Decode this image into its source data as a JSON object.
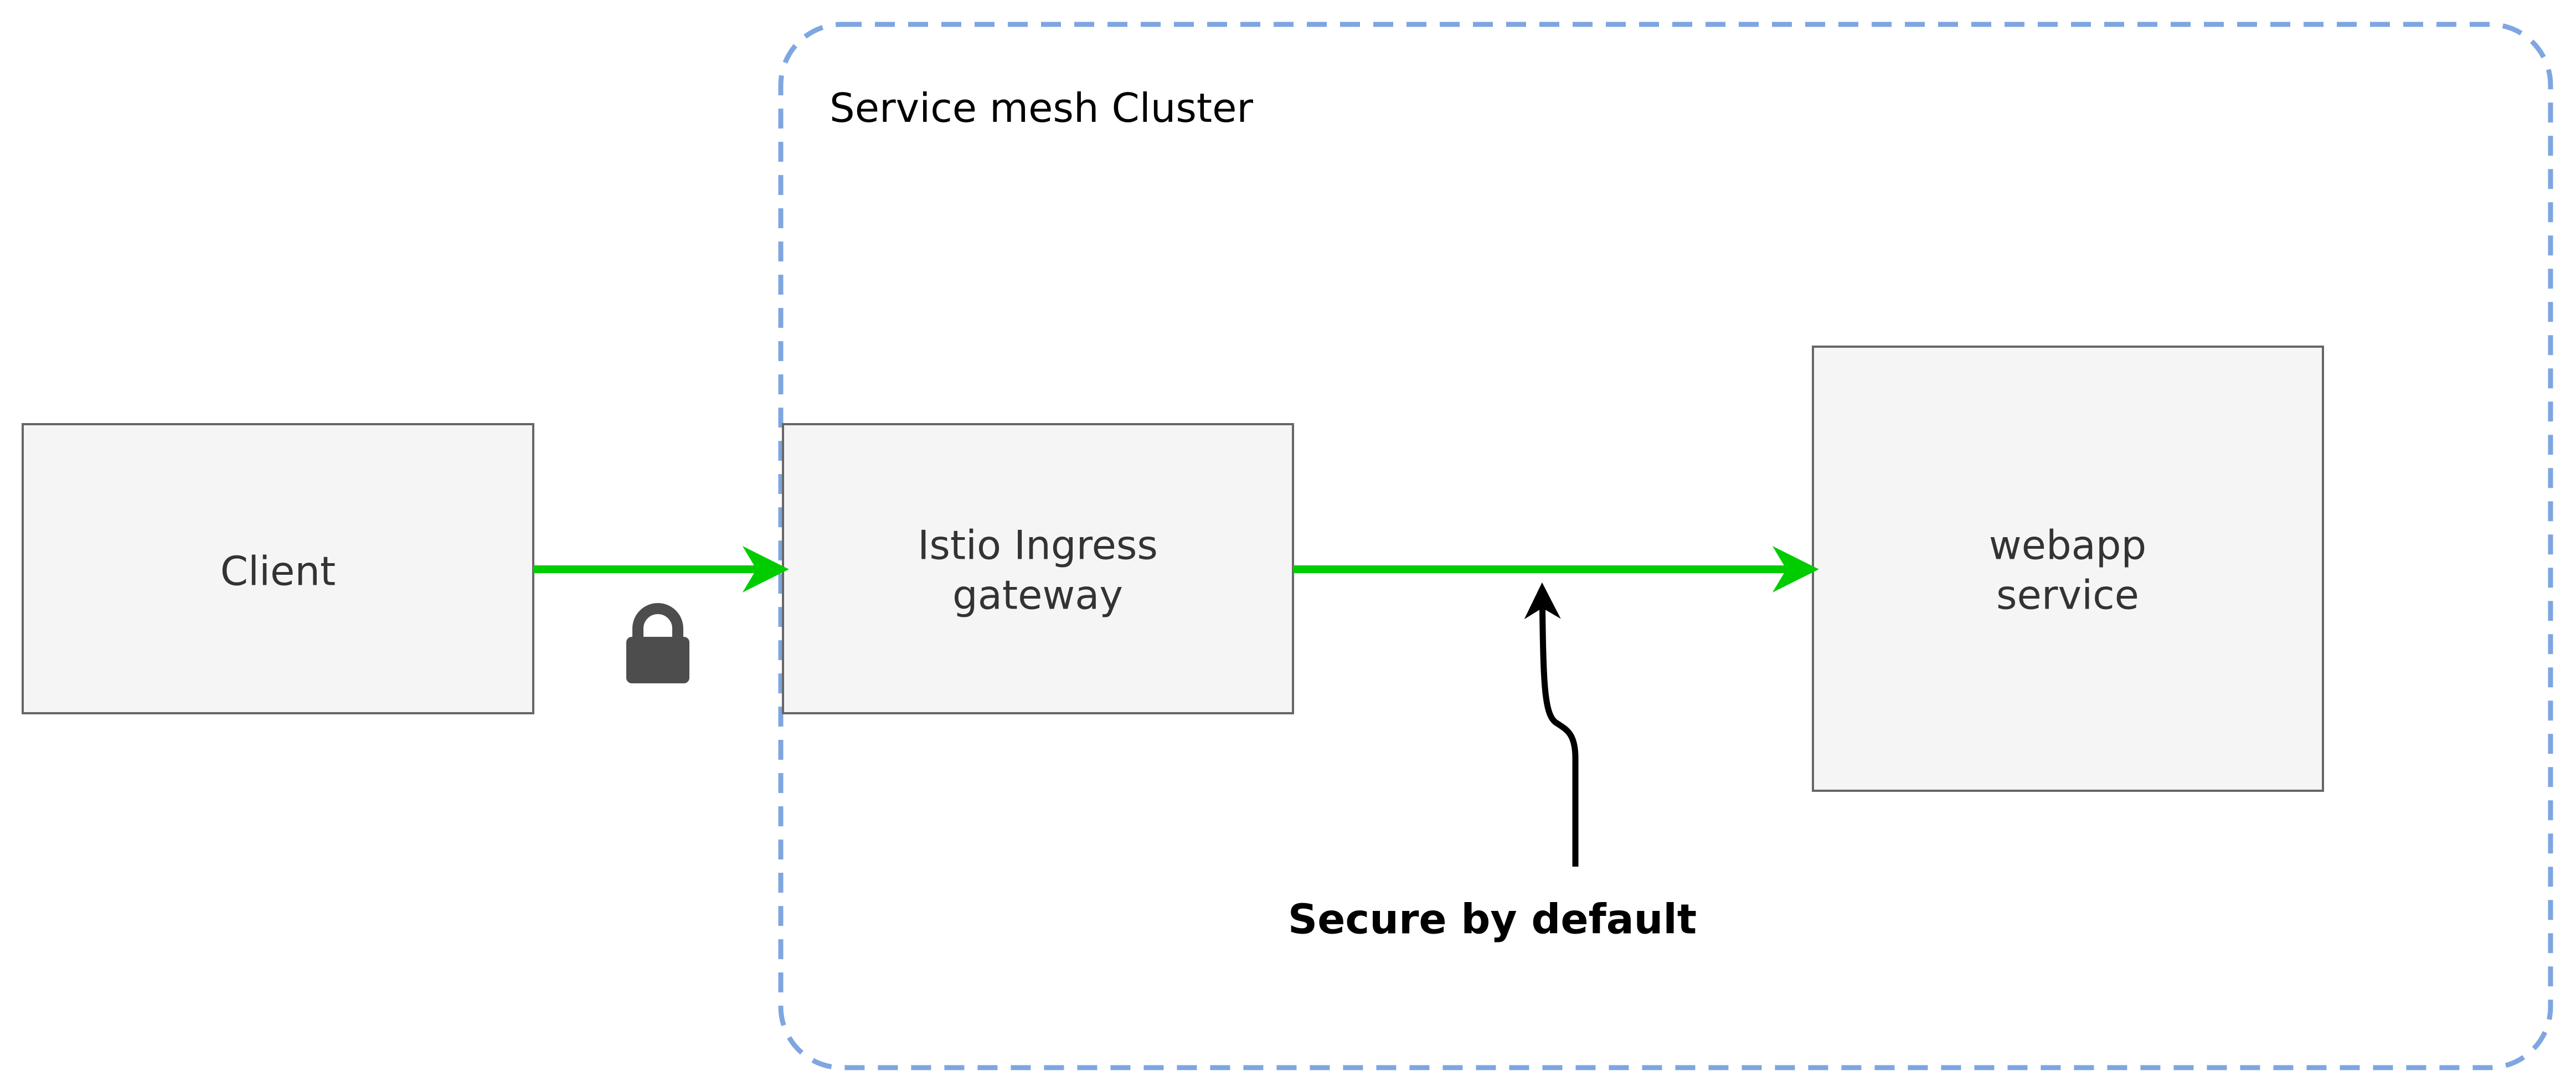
{
  "colors": {
    "cluster_border": "#7EA6E0",
    "node_fill": "#F5F5F5",
    "node_border": "#666666",
    "flow_arrow": "#00CC00",
    "lock": "#4D4D4D",
    "annotation": "#000000"
  },
  "cluster": {
    "label": "Service mesh Cluster"
  },
  "nodes": {
    "client": {
      "label": "Client"
    },
    "gateway": {
      "line1": "Istio Ingress",
      "line2": "gateway"
    },
    "webapp": {
      "line1": "webapp",
      "line2": "service"
    }
  },
  "icons": {
    "lock": "lock-icon"
  },
  "annotation": {
    "text": "Secure by default"
  }
}
